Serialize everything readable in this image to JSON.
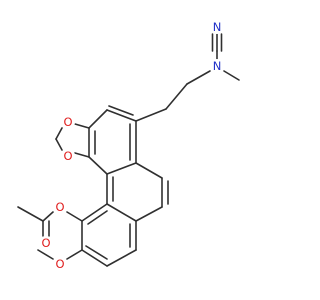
{
  "molecule": {
    "atoms": [
      {
        "id": "N1",
        "symbol": "N",
        "color": "#2030c8"
      },
      {
        "id": "N2",
        "symbol": "N",
        "color": "#2030c8"
      },
      {
        "id": "O1",
        "symbol": "O",
        "color": "#e02020"
      },
      {
        "id": "O2",
        "symbol": "O",
        "color": "#e02020"
      },
      {
        "id": "O3",
        "symbol": "O",
        "color": "#e02020"
      },
      {
        "id": "O4",
        "symbol": "O",
        "color": "#e02020"
      },
      {
        "id": "O5",
        "symbol": "O",
        "color": "#e02020"
      }
    ],
    "bond_color": "#303030"
  }
}
